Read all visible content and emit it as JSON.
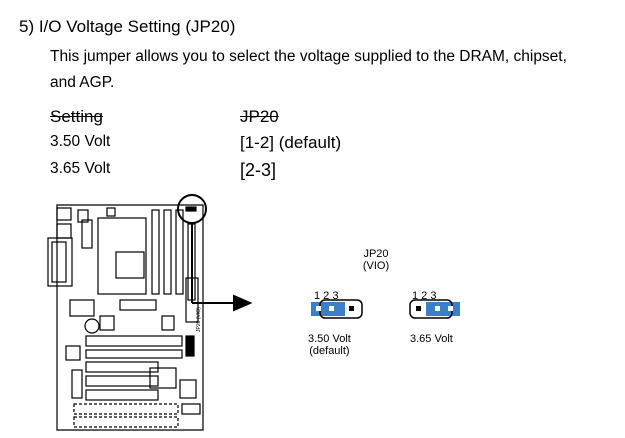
{
  "section": {
    "heading": "5) I/O Voltage Setting (JP20)",
    "description_line1": "This jumper allows you to select the voltage supplied to the DRAM, chipset,",
    "description_line2": "and AGP."
  },
  "table": {
    "headers": [
      "Setting",
      "JP20"
    ],
    "rows": [
      {
        "setting": "3.50 Volt",
        "jp20": "[1-2] (default)"
      },
      {
        "setting": "3.65 Volt",
        "jp20": "[2-3]"
      }
    ]
  },
  "figure": {
    "jumper_name": "JP20",
    "jumper_sub": "(VIO)",
    "pin_numbers": "1 2 3",
    "option1_line1": "3.50 Volt",
    "option1_line2": "(default)",
    "option2": "3.65 Volt",
    "jumper_color": "#3d7fc6",
    "board_text": "JP20 (VIO)"
  }
}
